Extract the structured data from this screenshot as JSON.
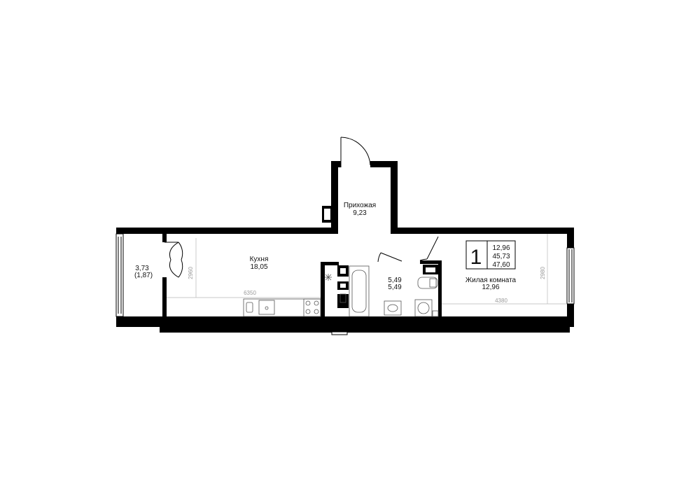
{
  "rooms": {
    "loggia": {
      "area": "3,73",
      "sub": "(1,87)"
    },
    "kitchen": {
      "name": "Кухня",
      "area": "18,05"
    },
    "hall": {
      "name": "Прихожая",
      "area": "9,23"
    },
    "bath": {
      "area": "5,49",
      "overlap": "5,49"
    },
    "living": {
      "name": "Жилая комната",
      "area": "12,96"
    }
  },
  "summary": {
    "rooms_count": "1",
    "living_area": "12,96",
    "total_area": "45,73",
    "total_with_loggia": "47,60"
  },
  "dimensions": {
    "kitchen_width": "6350",
    "kitchen_height": "2960",
    "living_width": "4380",
    "living_height": "2980"
  }
}
